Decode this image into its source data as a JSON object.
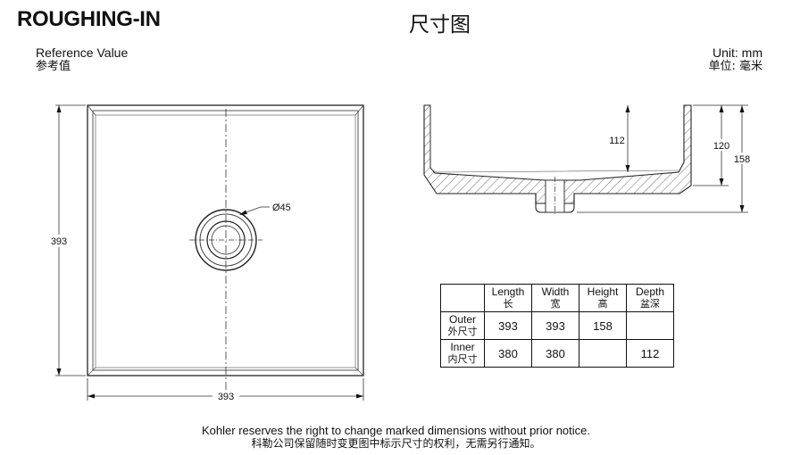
{
  "header": {
    "title_en": "ROUGHING-IN",
    "title_cn": "尺寸图",
    "reference_en": "Reference Value",
    "reference_cn": "参考值",
    "unit_en": "Unit: mm",
    "unit_cn": "单位: 毫米"
  },
  "top_view": {
    "height_label": "393",
    "width_label": "393",
    "drain_label": "Ø45"
  },
  "side_view": {
    "inner_depth_label": "112",
    "body_height_label": "120",
    "total_height_label": "158"
  },
  "table": {
    "columns": [
      {
        "en": "Length",
        "cn": "长"
      },
      {
        "en": "Width",
        "cn": "宽"
      },
      {
        "en": "Height",
        "cn": "高"
      },
      {
        "en": "Depth",
        "cn": "盆深"
      }
    ],
    "rows": [
      {
        "en": "Outer",
        "cn": "外尺寸",
        "values": [
          "393",
          "393",
          "158",
          ""
        ]
      },
      {
        "en": "Inner",
        "cn": "内尺寸",
        "values": [
          "380",
          "380",
          "",
          "112"
        ]
      }
    ]
  },
  "footer": {
    "note_en": "Kohler reserves the right to change marked dimensions without prior notice.",
    "note_cn": "科勒公司保留随时变更图中标示尺寸的权利，无需另行通知。"
  }
}
